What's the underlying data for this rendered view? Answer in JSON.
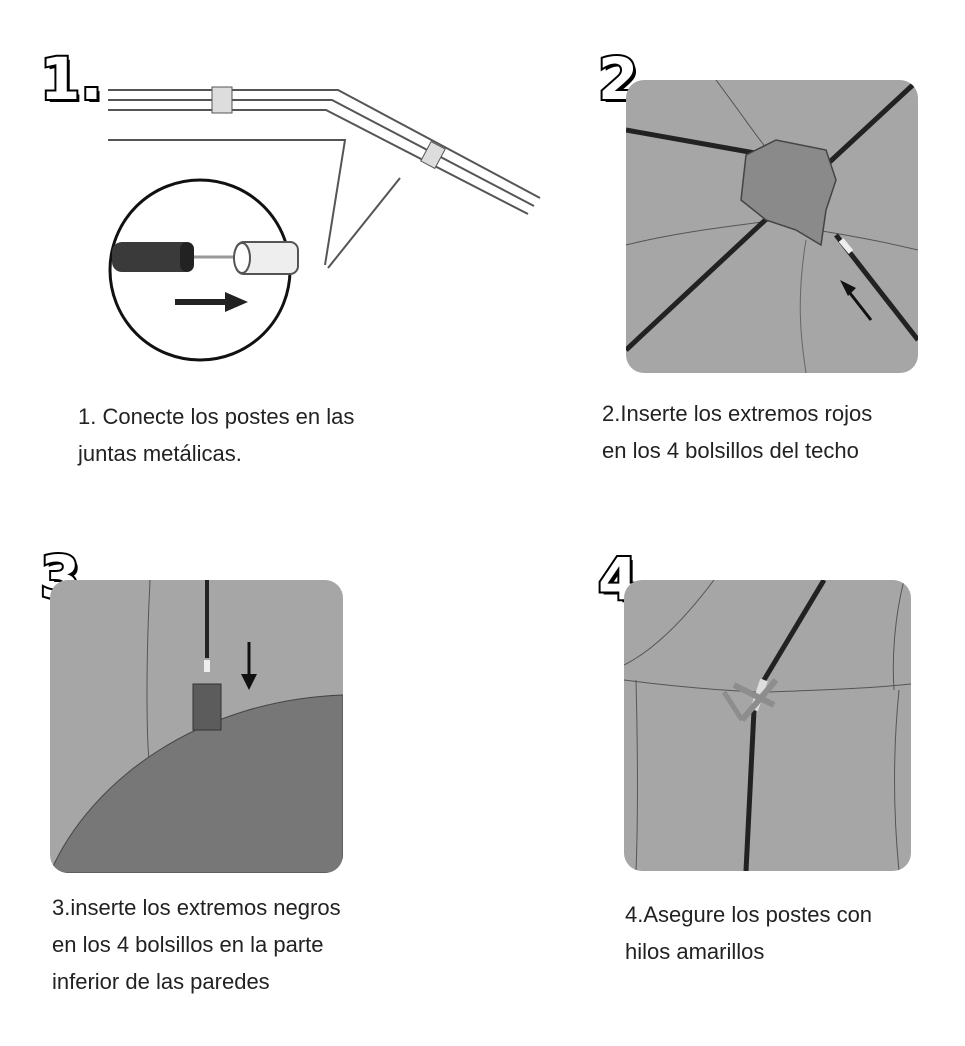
{
  "steps": [
    {
      "number": "1.",
      "lines": [
        "1. Conecte los postes en las",
        "juntas metálicas."
      ]
    },
    {
      "number": "2.",
      "lines": [
        "2.Inserte los extremos rojos",
        "en los 4 bolsillos del techo"
      ]
    },
    {
      "number": "3.",
      "lines": [
        "3.inserte los extremos negros",
        "en los 4 bolsillos en la parte",
        "inferior de las paredes"
      ]
    },
    {
      "number": "4.",
      "lines": [
        "4.Asegure los postes con",
        "hilos amarillos"
      ]
    }
  ],
  "colors": {
    "panel": "#a6a6a6",
    "dark_panel": "#777777",
    "pole": "#2b2b2b",
    "line": "#444444"
  }
}
